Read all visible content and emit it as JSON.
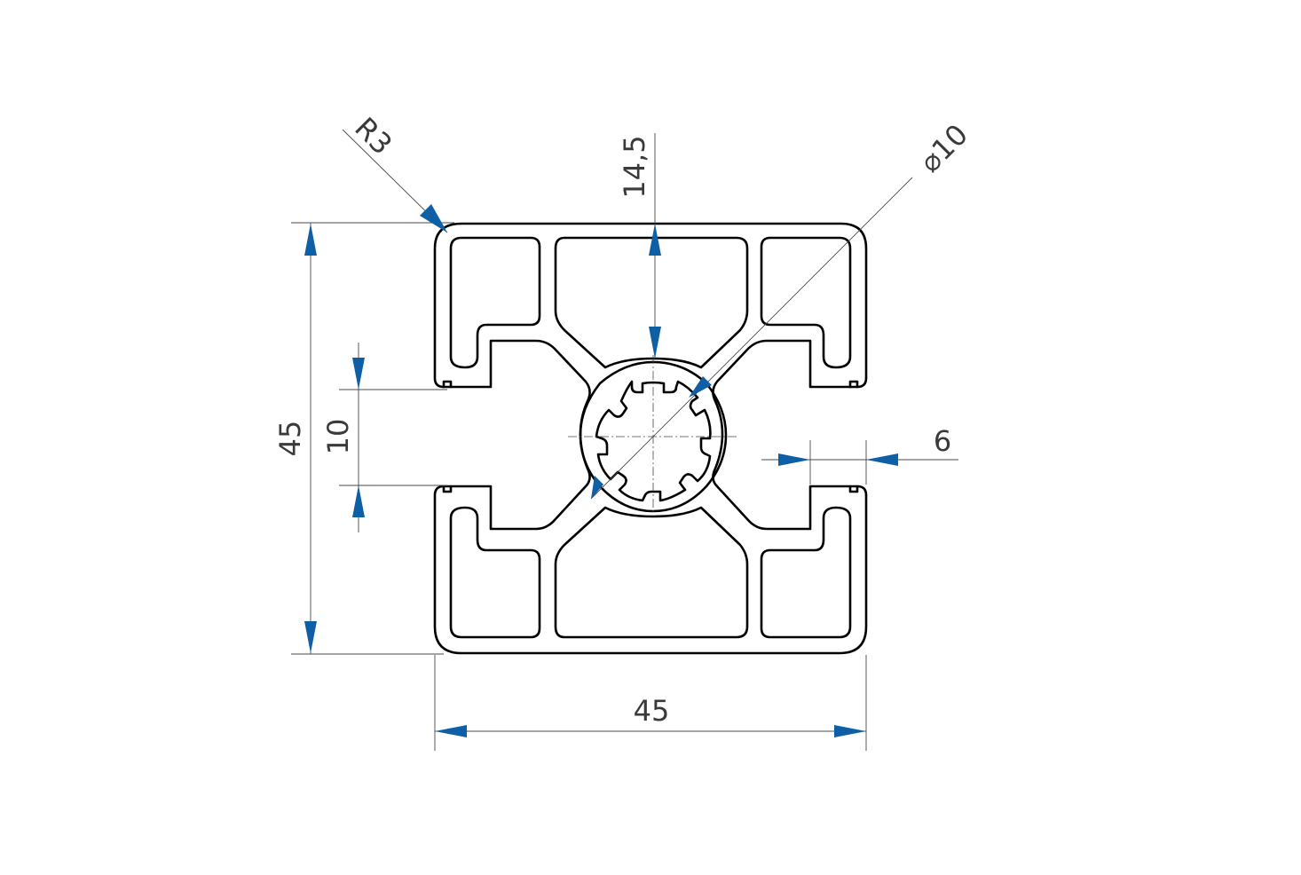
{
  "drawing": {
    "labels": {
      "radius": "R3",
      "slot_depth": "14,5",
      "diameter_symbol": "⌀",
      "diameter_value": "10",
      "height": "45",
      "slot_width": "10",
      "wall": "6",
      "width": "45"
    },
    "colors": {
      "profile": "#000000",
      "dimension": "#4a4a4a",
      "arrow": "#0f5fa6",
      "text": "#3a3a3a"
    }
  }
}
